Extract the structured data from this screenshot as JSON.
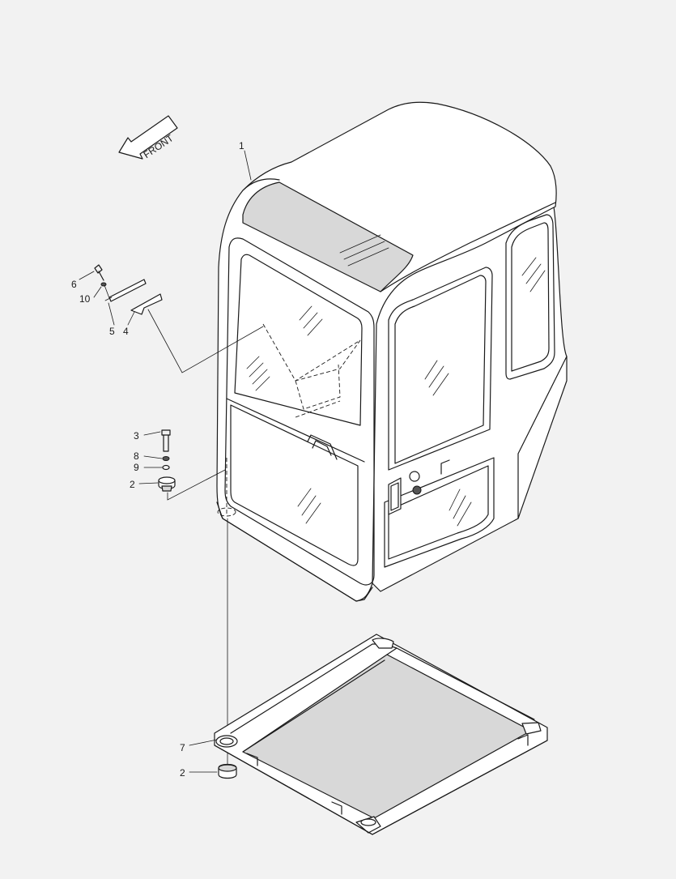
{
  "front_arrow": {
    "label": "FRONT"
  },
  "callouts": {
    "c1": "1",
    "c2_upper": "2",
    "c2_lower": "2",
    "c3": "3",
    "c4": "4",
    "c5": "5",
    "c6": "6",
    "c7": "7",
    "c8": "8",
    "c9": "9",
    "c10": "10"
  }
}
